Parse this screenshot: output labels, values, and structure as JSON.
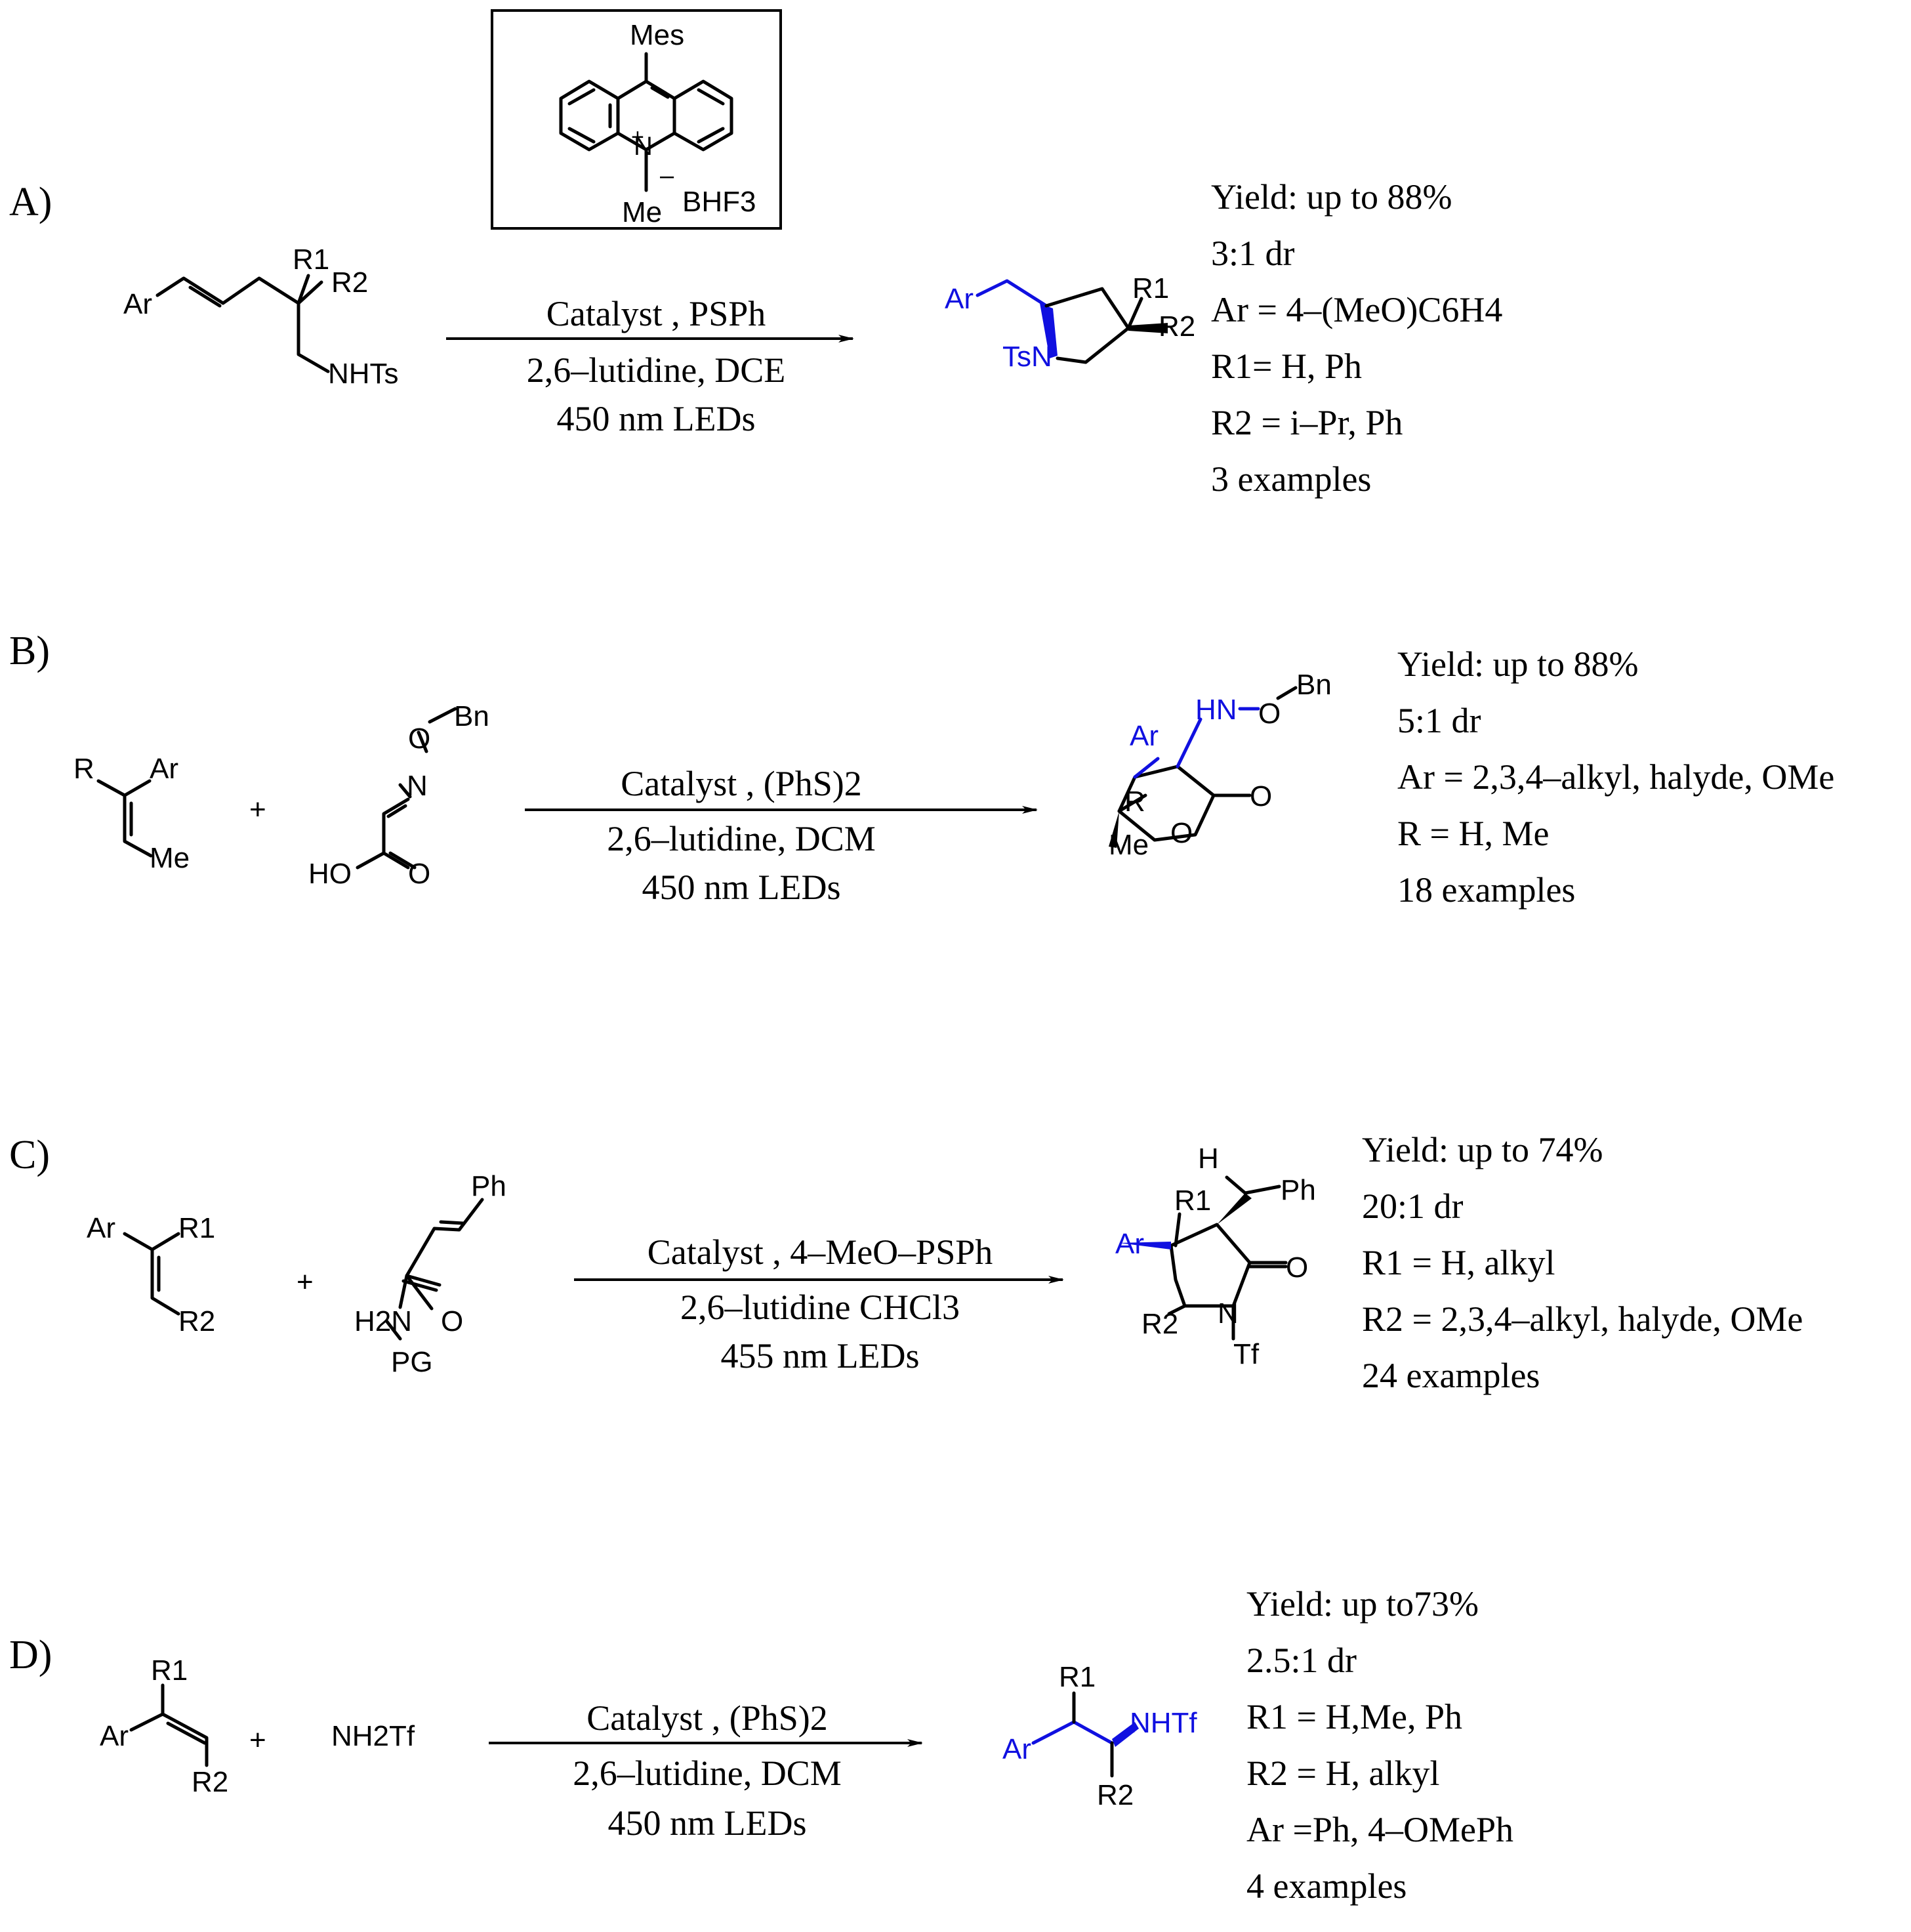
{
  "panels": {
    "a": {
      "label": "A)",
      "conditions": [
        "Catalyst , PSPh",
        "2,6–lutidine, DCE",
        "450 nm LEDs"
      ],
      "info": [
        "Yield: up to 88%",
        "3:1 dr",
        "Ar = 4–(MeO)C6H4",
        "R1= H, Ph",
        "R2 = i–Pr, Ph",
        "3 examples"
      ]
    },
    "b": {
      "label": "B)",
      "conditions": [
        "Catalyst , (PhS)2",
        "2,6–lutidine, DCM",
        "450 nm LEDs"
      ],
      "info": [
        "Yield: up to 88%",
        "5:1 dr",
        "Ar =  2,3,4–alkyl, halyde, OMe",
        "R = H, Me",
        "18 examples"
      ]
    },
    "c": {
      "label": "C)",
      "conditions": [
        "Catalyst , 4–MeO–PSPh",
        "2,6–lutidine CHCl3",
        "455 nm LEDs"
      ],
      "info": [
        "Yield: up to 74%",
        "20:1 dr",
        "R1 = H, alkyl",
        "R2 = 2,3,4–alkyl, halyde, OMe",
        "24 examples"
      ]
    },
    "d": {
      "label": "D)",
      "conditions": [
        "Catalyst , (PhS)2",
        "2,6–lutidine, DCM",
        "450 nm LEDs"
      ],
      "info": [
        "Yield: up to73%",
        "2.5:1 dr",
        "R1 = H,Me, Ph",
        "R2 = H, alkyl",
        "Ar =Ph, 4–OMePh",
        "4 examples"
      ]
    }
  },
  "catalyst_box": {
    "top_group": "Mes",
    "n_methyl": "Me",
    "counterion": "BHF3",
    "plus_charge": "+",
    "minus_charge": "–"
  },
  "atom_labels": {
    "ar": "Ar",
    "r": "R",
    "r1": "R1",
    "r2": "R2",
    "r1_sub": "R1",
    "r2_sub": "R2",
    "nhts": "NHTs",
    "tsn": "TsN",
    "me": "Me",
    "bn": "Bn",
    "o": "O",
    "n": "N",
    "ho": "HO",
    "hn": "HN",
    "h": "H",
    "ph": "Ph",
    "h2n": "H2N",
    "pg": "PG",
    "tf": "Tf",
    "nh2tf": "NH2Tf",
    "nhtf": "NHTf",
    "plus": "+"
  },
  "colors": {
    "highlight": "#1010e0",
    "ink": "#000000"
  }
}
